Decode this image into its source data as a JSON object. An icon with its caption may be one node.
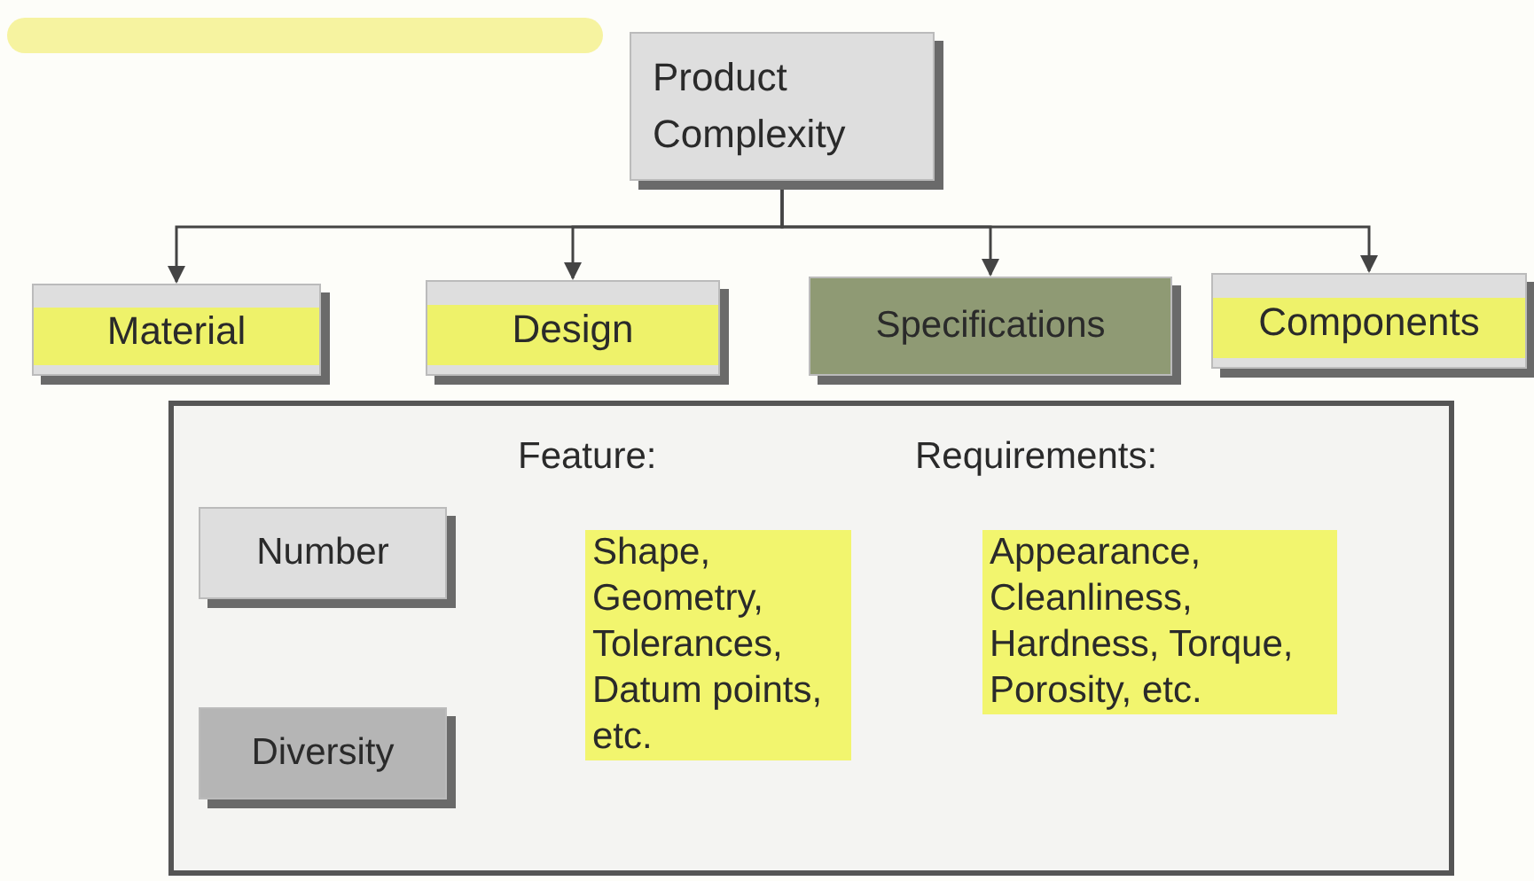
{
  "diagram": {
    "nodes": [
      {
        "text": [
          "Product Complexity"
        ]
      },
      {
        "text": [
          "Material"
        ]
      },
      {
        "text": [
          "Design"
        ]
      },
      {
        "text": [
          "Specifications"
        ]
      },
      {
        "text": [
          "Components"
        ]
      },
      {
        "text": [],
        "shape": "box"
      },
      {
        "text": [
          "Number"
        ],
        "in": 5
      },
      {
        "text": [
          "Diversity"
        ],
        "in": 5
      }
    ],
    "edges": [
      {
        "from": 0,
        "to": 1,
        "arrow": "to"
      },
      {
        "from": 0,
        "to": 2,
        "arrow": "to"
      },
      {
        "from": 0,
        "to": 3,
        "arrow": "to"
      },
      {
        "from": 0,
        "to": 4,
        "arrow": "to"
      }
    ],
    "labels": [
      "Feature:",
      "Requirements:",
      "Shape, Geometry, Tolerances, Datum points, etc.",
      "Appearance, Cleanliness, Hardness, Torque, Porosity, etc."
    ]
  }
}
